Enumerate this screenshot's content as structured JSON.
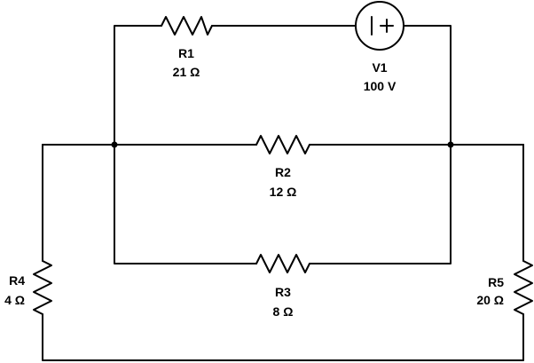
{
  "components": {
    "r1": {
      "name": "R1",
      "value": "21 Ω"
    },
    "v1": {
      "name": "V1",
      "value": "100 V"
    },
    "r2": {
      "name": "R2",
      "value": "12 Ω"
    },
    "r3": {
      "name": "R3",
      "value": "8 Ω"
    },
    "r4": {
      "name": "R4",
      "value": "4 Ω"
    },
    "r5": {
      "name": "R5",
      "value": "20 Ω"
    }
  }
}
